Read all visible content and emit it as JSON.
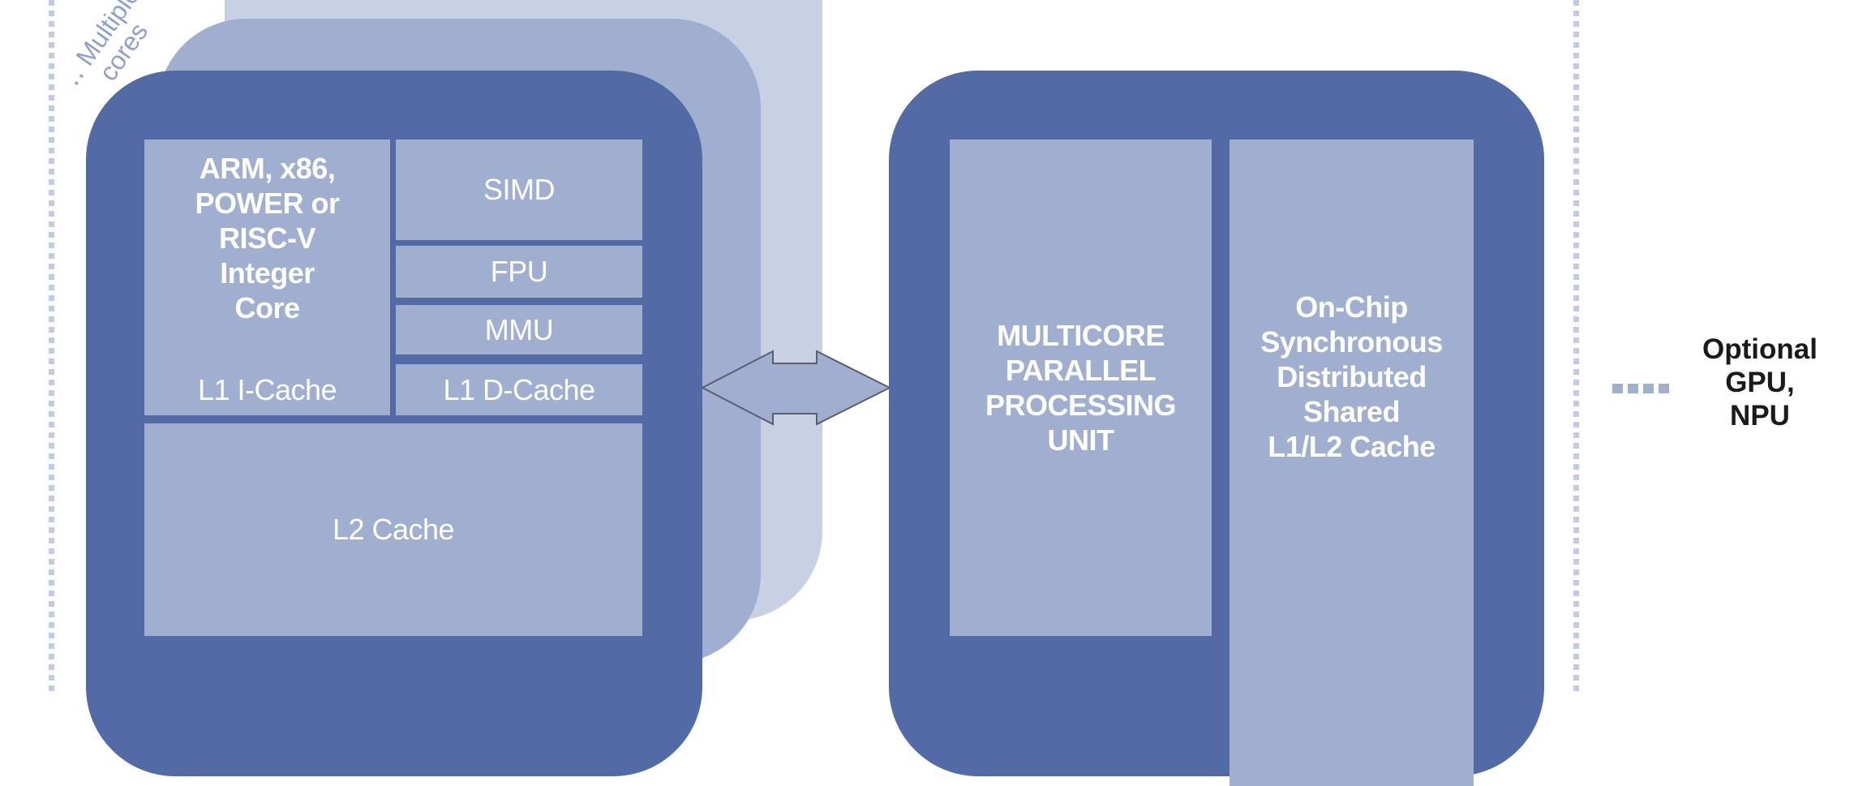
{
  "diagram": {
    "multiple_cores_label": {
      "line1": "‥ Multiple",
      "line2": "cores"
    },
    "cpu_core": {
      "integer_core": [
        "ARM, x86,",
        "POWER or",
        "RISC-V",
        "Integer",
        "Core"
      ],
      "simd": "SIMD",
      "fpu": "FPU",
      "mmu": "MMU",
      "l1_icache": "L1 I-Cache",
      "l1_dcache": "L1 D-Cache",
      "l2_cache": "L2 Cache"
    },
    "connector": {
      "type": "bidirectional-arrow"
    },
    "parallel_unit": {
      "processing": [
        "MULTICORE",
        "PARALLEL",
        "PROCESSING",
        "UNIT"
      ],
      "cache": [
        "On-Chip",
        "Synchronous",
        "Distributed",
        "Shared",
        "L1/L2 Cache"
      ]
    },
    "optional": [
      "Optional",
      "GPU,",
      "NPU"
    ],
    "colors": {
      "core_dark": "#526aa5",
      "block_light": "#a0aed0",
      "layer_back": "#c8d1e3",
      "dotted": "#c3cbe2",
      "label_blue": "#8f9fd0",
      "text_white": "#ffffff",
      "text_dark": "#1a1a1a"
    }
  }
}
